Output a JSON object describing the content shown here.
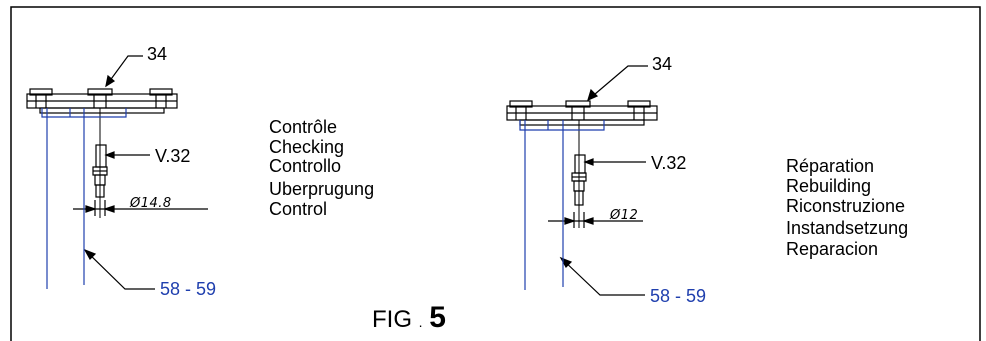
{
  "left": {
    "part_number": "34",
    "tool_ref": "V.32",
    "diameter": "Ø14.8",
    "item_refs": "58 - 59",
    "labels": [
      "Contrôle",
      "Checking",
      "Controllo",
      "Uberprugung",
      "Control"
    ]
  },
  "right": {
    "part_number": "34",
    "tool_ref": "V.32",
    "diameter": "Ø12",
    "item_refs": "58 - 59",
    "labels": [
      "Réparation",
      "Rebuilding",
      "Riconstruzione",
      "Instandsetzung",
      "Reparacion"
    ]
  },
  "figure": {
    "prefix": "FIG",
    "separator": ".",
    "number": "5"
  },
  "colors": {
    "line": "#000000",
    "accent_blue": "#1f3fae"
  }
}
